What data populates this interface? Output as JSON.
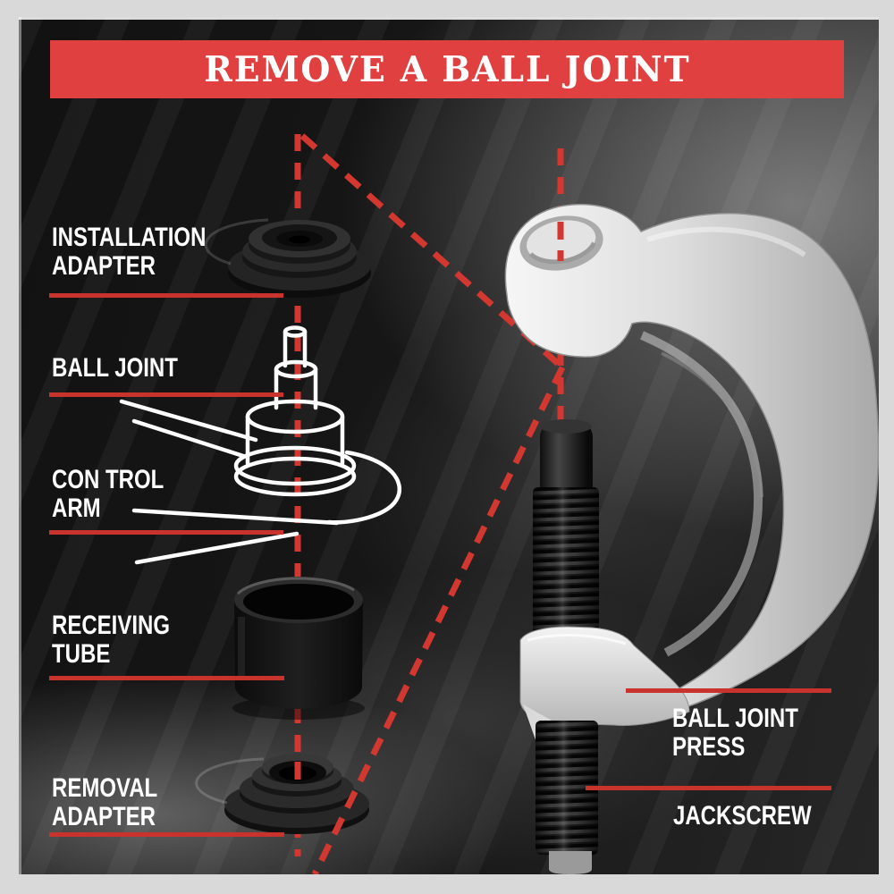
{
  "banner": {
    "title": "REMOVE A BALL JOINT",
    "bg_color": "#E04040",
    "text_color": "#FFFFFF"
  },
  "colors": {
    "outer_frame_gray": "#D9D9D9",
    "backdrop_dark": "#161616",
    "leader_line_red": "#C9332D",
    "dashed_line_red": "#D23730",
    "label_text": "#FFFFFF",
    "tool_metal_light": "#EFEFEF",
    "part_black": "#1A1A1A"
  },
  "labels": {
    "installation_adapter": {
      "line1": "INSTALLATION",
      "line2": "ADAPTER"
    },
    "ball_joint": {
      "line1": "BALL JOINT"
    },
    "control_arm": {
      "line1": "CON TROL",
      "line2": "ARM"
    },
    "receiving_tube": {
      "line1": "RECEIVING",
      "line2": "TUBE"
    },
    "removal_adapter": {
      "line1": "REMOVAL",
      "line2": "ADAPTER"
    },
    "ball_joint_press": {
      "line1": "BALL JOINT",
      "line2": "PRESS"
    },
    "jackscrew": {
      "line1": "JACKSCREW"
    }
  },
  "diagram": {
    "type": "exploded-parts-infographic",
    "left_column_parts": [
      "installation-adapter",
      "ball-joint",
      "control-arm",
      "receiving-tube",
      "removal-adapter"
    ],
    "right_tool_parts": [
      "ball-joint-press",
      "jackscrew"
    ],
    "alignment_guides": "red-dashed-lines"
  }
}
